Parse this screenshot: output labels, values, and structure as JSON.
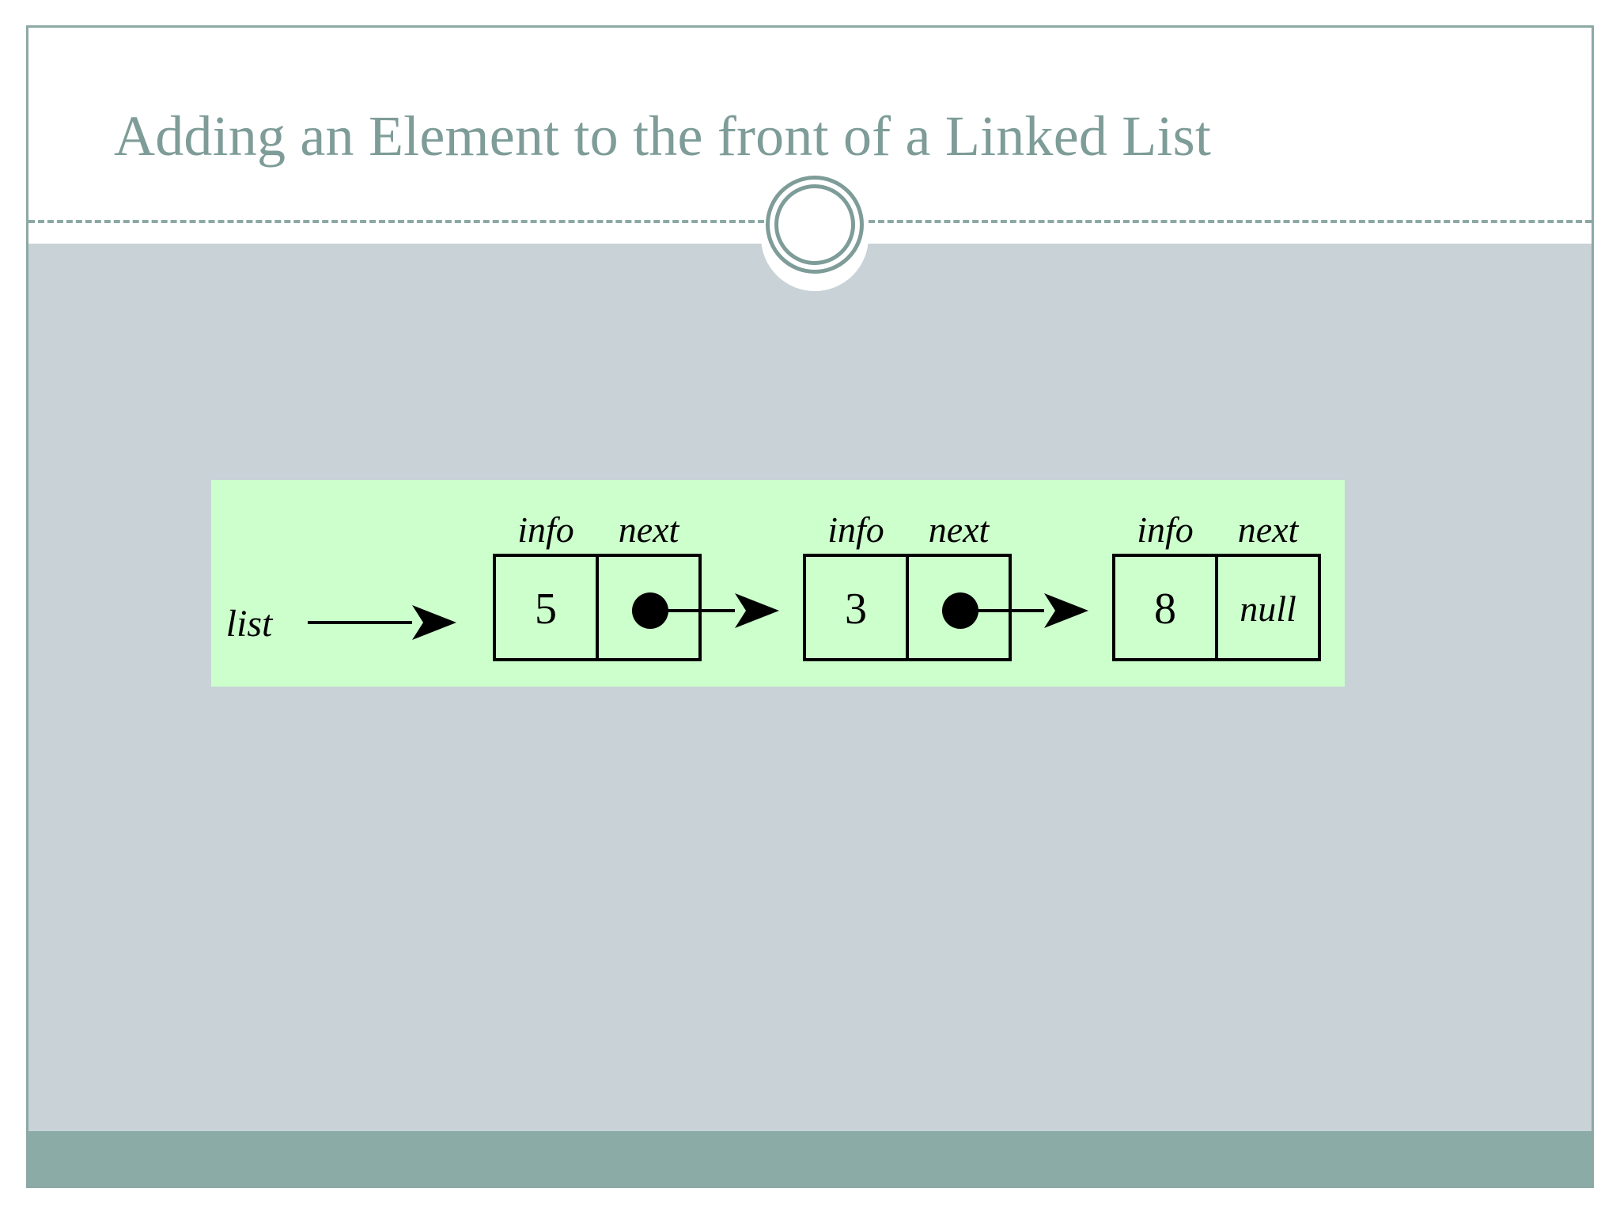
{
  "slide": {
    "title": "Adding an Element to the front of a Linked List",
    "colors": {
      "title_text": "#7E9C98",
      "frame_border": "#8CA9A4",
      "body_background": "#C8D2D7",
      "bottom_band": "#8BABA6",
      "diagram_background": "#CCFFCC",
      "ink": "#000000"
    },
    "ornament": {
      "name": "double-ring-circle",
      "ring_color": "#7E9C98"
    }
  },
  "diagram": {
    "type": "linked-list",
    "pointer_label": "list",
    "field_labels": {
      "info": "info",
      "next": "next"
    },
    "nodes": [
      {
        "info": "5",
        "next": "pointer",
        "next_text": ""
      },
      {
        "info": "3",
        "next": "pointer",
        "next_text": ""
      },
      {
        "info": "8",
        "next": "null",
        "next_text": "null"
      }
    ],
    "arrows": [
      {
        "from": "list",
        "to": "node-1"
      },
      {
        "from": "node-1",
        "to": "node-2"
      },
      {
        "from": "node-2",
        "to": "node-3"
      }
    ]
  }
}
